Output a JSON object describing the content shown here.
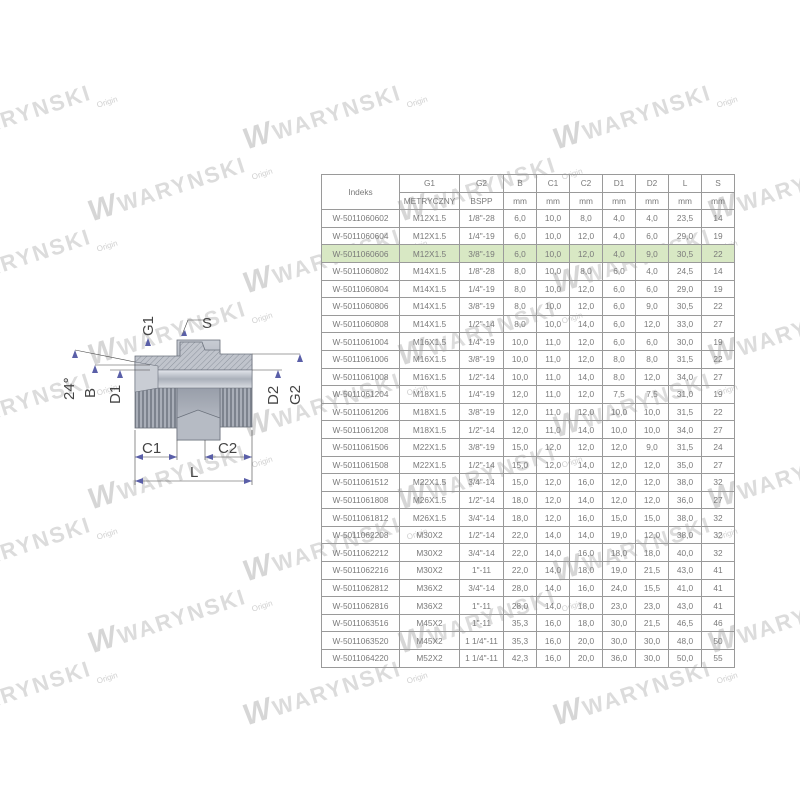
{
  "watermark": {
    "brand": "WARYNSKI",
    "sub": "Origin",
    "logo": "W"
  },
  "diagram": {
    "labels": {
      "g1": "G1",
      "s": "S",
      "angle": "24°",
      "b": "B",
      "d1": "D1",
      "d2": "D2",
      "g2": "G2",
      "c1": "C1",
      "c2": "C2",
      "l": "L"
    }
  },
  "table": {
    "headers": [
      "Indeks",
      "G1",
      "G2",
      "B",
      "C1",
      "C2",
      "D1",
      "D2",
      "L",
      "S"
    ],
    "units": [
      "METRYCZNY",
      "BSPP",
      "mm",
      "mm",
      "mm",
      "mm",
      "mm",
      "mm",
      "mm"
    ],
    "highlight_color": "#d8e8c4",
    "rows": [
      {
        "idx": "W-5011060602",
        "g1": "M12X1.5",
        "g2": "1/8\"-28",
        "b": "6,0",
        "c1": "10,0",
        "c2": "8,0",
        "d1": "4,0",
        "d2": "4,0",
        "l": "23,5",
        "s": "14"
      },
      {
        "idx": "W-5011060604",
        "g1": "M12X1.5",
        "g2": "1/4\"-19",
        "b": "6,0",
        "c1": "10,0",
        "c2": "12,0",
        "d1": "4,0",
        "d2": "6,0",
        "l": "29,0",
        "s": "19"
      },
      {
        "idx": "W-5011060606",
        "g1": "M12X1.5",
        "g2": "3/8\"-19",
        "b": "6,0",
        "c1": "10,0",
        "c2": "12,0",
        "d1": "4,0",
        "d2": "9,0",
        "l": "30,5",
        "s": "22"
      },
      {
        "idx": "W-5011060802",
        "g1": "M14X1.5",
        "g2": "1/8\"-28",
        "b": "8,0",
        "c1": "10,0",
        "c2": "8,0",
        "d1": "6,0",
        "d2": "4,0",
        "l": "24,5",
        "s": "14"
      },
      {
        "idx": "W-5011060804",
        "g1": "M14X1.5",
        "g2": "1/4\"-19",
        "b": "8,0",
        "c1": "10,0",
        "c2": "12,0",
        "d1": "6,0",
        "d2": "6,0",
        "l": "29,0",
        "s": "19"
      },
      {
        "idx": "W-5011060806",
        "g1": "M14X1.5",
        "g2": "3/8\"-19",
        "b": "8,0",
        "c1": "10,0",
        "c2": "12,0",
        "d1": "6,0",
        "d2": "9,0",
        "l": "30,5",
        "s": "22"
      },
      {
        "idx": "W-5011060808",
        "g1": "M14X1.5",
        "g2": "1/2\"-14",
        "b": "8,0",
        "c1": "10,0",
        "c2": "14,0",
        "d1": "6,0",
        "d2": "12,0",
        "l": "33,0",
        "s": "27"
      },
      {
        "idx": "W-5011061004",
        "g1": "M16X1.5",
        "g2": "1/4\"-19",
        "b": "10,0",
        "c1": "11,0",
        "c2": "12,0",
        "d1": "6,0",
        "d2": "6,0",
        "l": "30,0",
        "s": "19"
      },
      {
        "idx": "W-5011061006",
        "g1": "M16X1.5",
        "g2": "3/8\"-19",
        "b": "10,0",
        "c1": "11,0",
        "c2": "12,0",
        "d1": "8,0",
        "d2": "8,0",
        "l": "31,5",
        "s": "22"
      },
      {
        "idx": "W-5011061008",
        "g1": "M16X1.5",
        "g2": "1/2\"-14",
        "b": "10,0",
        "c1": "11,0",
        "c2": "14,0",
        "d1": "8,0",
        "d2": "12,0",
        "l": "34,0",
        "s": "27"
      },
      {
        "idx": "W-5011061204",
        "g1": "M18X1.5",
        "g2": "1/4\"-19",
        "b": "12,0",
        "c1": "11,0",
        "c2": "12,0",
        "d1": "7,5",
        "d2": "7,5",
        "l": "31,0",
        "s": "19"
      },
      {
        "idx": "W-5011061206",
        "g1": "M18X1.5",
        "g2": "3/8\"-19",
        "b": "12,0",
        "c1": "11,0",
        "c2": "12,0",
        "d1": "10,0",
        "d2": "10,0",
        "l": "31,5",
        "s": "22"
      },
      {
        "idx": "W-5011061208",
        "g1": "M18X1.5",
        "g2": "1/2\"-14",
        "b": "12,0",
        "c1": "11,0",
        "c2": "14,0",
        "d1": "10,0",
        "d2": "10,0",
        "l": "34,0",
        "s": "27"
      },
      {
        "idx": "W-5011061506",
        "g1": "M22X1.5",
        "g2": "3/8\"-19",
        "b": "15,0",
        "c1": "12,0",
        "c2": "12,0",
        "d1": "12,0",
        "d2": "9,0",
        "l": "31,5",
        "s": "24"
      },
      {
        "idx": "W-5011061508",
        "g1": "M22X1.5",
        "g2": "1/2\"-14",
        "b": "15,0",
        "c1": "12,0",
        "c2": "14,0",
        "d1": "12,0",
        "d2": "12,0",
        "l": "35,0",
        "s": "27"
      },
      {
        "idx": "W-5011061512",
        "g1": "M22X1.5",
        "g2": "3/4\"-14",
        "b": "15,0",
        "c1": "12,0",
        "c2": "16,0",
        "d1": "12,0",
        "d2": "12,0",
        "l": "38,0",
        "s": "32"
      },
      {
        "idx": "W-5011061808",
        "g1": "M26X1.5",
        "g2": "1/2\"-14",
        "b": "18,0",
        "c1": "12,0",
        "c2": "14,0",
        "d1": "12,0",
        "d2": "12,0",
        "l": "36,0",
        "s": "27"
      },
      {
        "idx": "W-5011061812",
        "g1": "M26X1.5",
        "g2": "3/4\"-14",
        "b": "18,0",
        "c1": "12,0",
        "c2": "16,0",
        "d1": "15,0",
        "d2": "15,0",
        "l": "38,0",
        "s": "32"
      },
      {
        "idx": "W-5011062208",
        "g1": "M30X2",
        "g2": "1/2\"-14",
        "b": "22,0",
        "c1": "14,0",
        "c2": "14,0",
        "d1": "19,0",
        "d2": "12,0",
        "l": "38,0",
        "s": "32"
      },
      {
        "idx": "W-5011062212",
        "g1": "M30X2",
        "g2": "3/4\"-14",
        "b": "22,0",
        "c1": "14,0",
        "c2": "16,0",
        "d1": "18,0",
        "d2": "18,0",
        "l": "40,0",
        "s": "32"
      },
      {
        "idx": "W-5011062216",
        "g1": "M30X2",
        "g2": "1\"-11",
        "b": "22,0",
        "c1": "14,0",
        "c2": "18,0",
        "d1": "19,0",
        "d2": "21,5",
        "l": "43,0",
        "s": "41"
      },
      {
        "idx": "W-5011062812",
        "g1": "M36X2",
        "g2": "3/4\"-14",
        "b": "28,0",
        "c1": "14,0",
        "c2": "16,0",
        "d1": "24,0",
        "d2": "15,5",
        "l": "41,0",
        "s": "41"
      },
      {
        "idx": "W-5011062816",
        "g1": "M36X2",
        "g2": "1\"-11",
        "b": "28,0",
        "c1": "14,0",
        "c2": "18,0",
        "d1": "23,0",
        "d2": "23,0",
        "l": "43,0",
        "s": "41"
      },
      {
        "idx": "W-5011063516",
        "g1": "M45X2",
        "g2": "1\"-11",
        "b": "35,3",
        "c1": "16,0",
        "c2": "18,0",
        "d1": "30,0",
        "d2": "21,5",
        "l": "46,5",
        "s": "46"
      },
      {
        "idx": "W-5011063520",
        "g1": "M45X2",
        "g2": "1 1/4\"-11",
        "b": "35,3",
        "c1": "16,0",
        "c2": "20,0",
        "d1": "30,0",
        "d2": "30,0",
        "l": "48,0",
        "s": "50"
      },
      {
        "idx": "W-5011064220",
        "g1": "M52X2",
        "g2": "1 1/4\"-11",
        "b": "42,3",
        "c1": "16,0",
        "c2": "20,0",
        "d1": "36,0",
        "d2": "30,0",
        "l": "50,0",
        "s": "55"
      }
    ]
  }
}
